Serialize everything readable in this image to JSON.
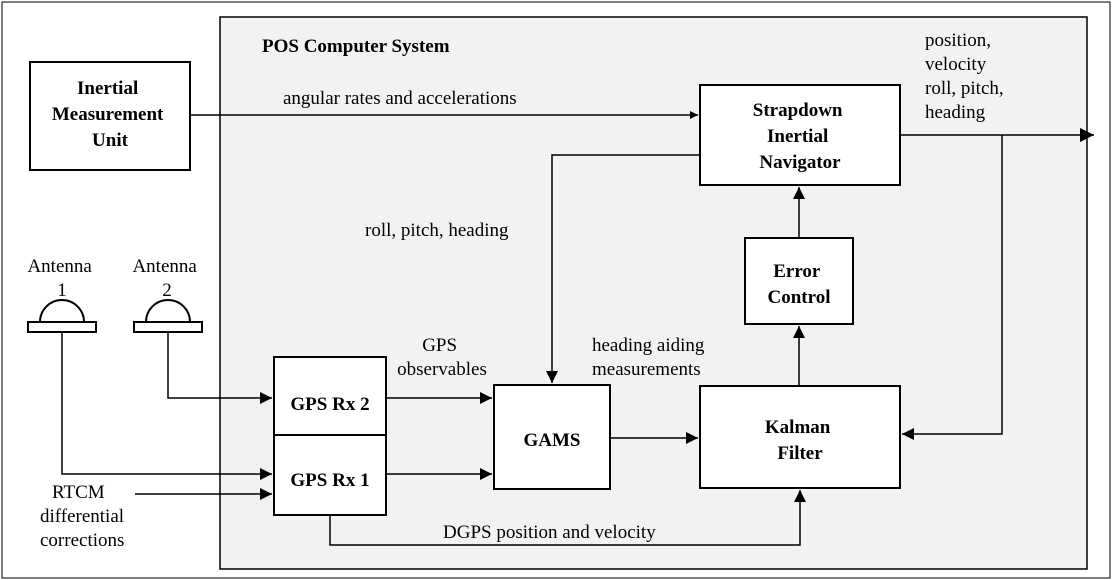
{
  "system": {
    "title": "POS Computer System"
  },
  "blocks": {
    "imu": [
      "Inertial",
      "Measurement",
      "Unit"
    ],
    "sin": [
      "Strapdown",
      "Inertial",
      "Navigator"
    ],
    "error_control": [
      "Error",
      "Control"
    ],
    "kalman": [
      "Kalman",
      "Filter"
    ],
    "gams": [
      "GAMS"
    ],
    "gps_rx2": [
      "GPS Rx 2"
    ],
    "gps_rx1": [
      "GPS Rx 1"
    ]
  },
  "antennas": {
    "antenna1": [
      "Antenna",
      "1"
    ],
    "antenna2": [
      "Antenna",
      "2"
    ]
  },
  "labels": {
    "angular_rates": [
      "angular rates and accelerations"
    ],
    "nav_output": [
      "position,",
      "velocity",
      "roll, pitch,",
      "heading"
    ],
    "roll_pitch_heading": [
      "roll, pitch, heading"
    ],
    "gps_observables": [
      "GPS",
      "observables"
    ],
    "heading_aiding": [
      "heading aiding",
      "measurements"
    ],
    "rtcm": [
      "RTCM",
      "differential",
      "corrections"
    ],
    "dgps": [
      "DGPS position and velocity"
    ]
  }
}
